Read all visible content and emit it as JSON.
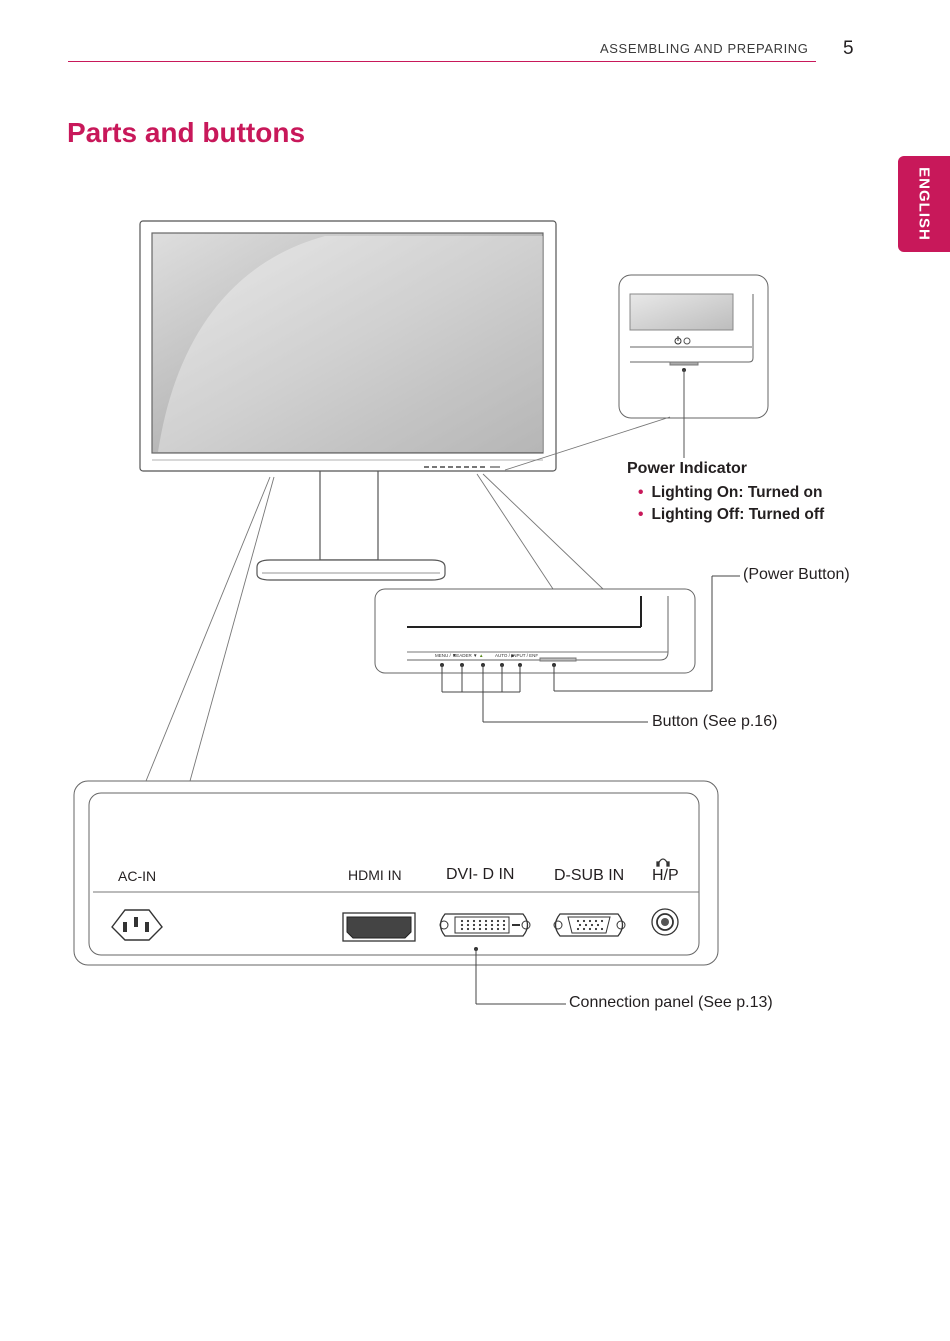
{
  "header": {
    "section": "ASSEMBLING AND PREPARING",
    "page_number": "5",
    "language_tab": "ENGLISH"
  },
  "title": "Parts and buttons",
  "power_indicator": {
    "title": "Power Indicator",
    "items": [
      "Lighting On: Turned on",
      "Lighting Off: Turned off"
    ]
  },
  "callouts": {
    "power_button": "(Power Button)",
    "button": "Button (See p.16)",
    "connection_panel": "Connection panel (See p.13)"
  },
  "ports": {
    "ac_in": "AC-IN",
    "hdmi_in": "HDMI IN",
    "dvi_d_in": "DVI- D IN",
    "d_sub_in": "D-SUB IN",
    "hp": "H/P"
  },
  "button_labels": [
    "MENU / ▼",
    "READER ▼",
    "▲",
    "AUTO / ▶",
    "INPUT / ENF"
  ],
  "colors": {
    "accent": "#c8185a",
    "line": "#555555"
  }
}
